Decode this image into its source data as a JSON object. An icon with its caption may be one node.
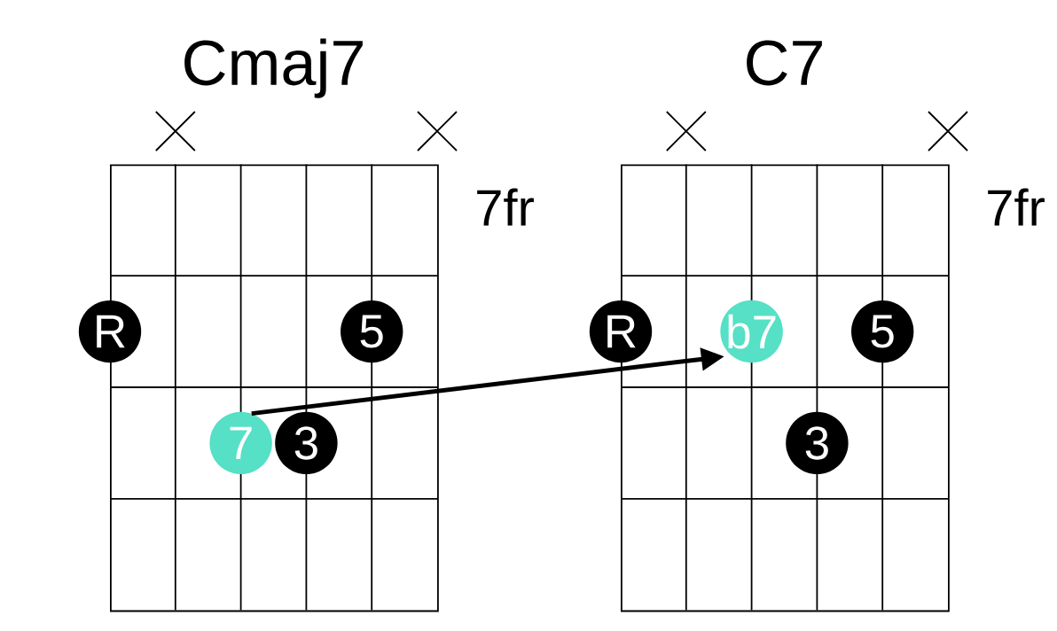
{
  "diagram": {
    "nodes": [
      {
        "text": [
          "Cmaj7"
        ],
        "beside": [
          "7fr"
        ]
      },
      {
        "text": [
          "R"
        ]
      },
      {
        "text": [
          "5"
        ],
        "in": 0
      },
      {
        "text": [
          "7"
        ],
        "in": 0
      },
      {
        "text": [
          "3"
        ],
        "in": 0
      },
      {
        "text": [
          "C7"
        ],
        "beside": [
          "7fr"
        ]
      },
      {
        "text": [
          "R"
        ]
      },
      {
        "text": [
          "b7"
        ],
        "in": 5
      },
      {
        "text": [
          "5"
        ],
        "in": 5
      },
      {
        "text": [
          "3"
        ],
        "in": 5
      }
    ],
    "edges": [
      {
        "from": 3,
        "to": 7,
        "arrow": "to"
      }
    ]
  }
}
